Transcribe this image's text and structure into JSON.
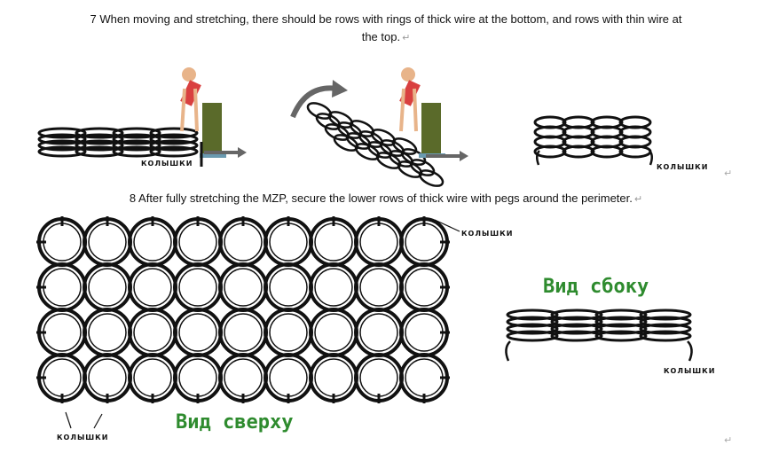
{
  "doc": {
    "step7_line1": "7 When moving and stretching, there should be rows with rings of thick wire at the bottom, and rows with thin wire at",
    "step7_line2": "the top.",
    "step8": "8 After fully stretching the MZP, secure the lower rows of thick wire with pegs around the perimeter.",
    "paragraph_mark": "↵",
    "return_mark": "↵"
  },
  "labels": {
    "pegs_fig1": "КОЛЫШКИ",
    "pegs_fig3": "КОЛЫШКИ",
    "pegs_top_right": "КОЛЫШКИ",
    "pegs_bottom_left": "КОЛЫШКИ",
    "pegs_side_view": "КОЛЫШКИ",
    "side_view_title": "Вид сбоку",
    "top_view_title": "Вид сверху"
  },
  "colors": {
    "green_text": "#2e8b2e",
    "arrow": "#666666",
    "person_shirt": "#d94040",
    "person_pants": "#5a6a2a",
    "person_skin": "#e8b48a"
  },
  "grid": {
    "columns": 9,
    "rows": 4
  }
}
